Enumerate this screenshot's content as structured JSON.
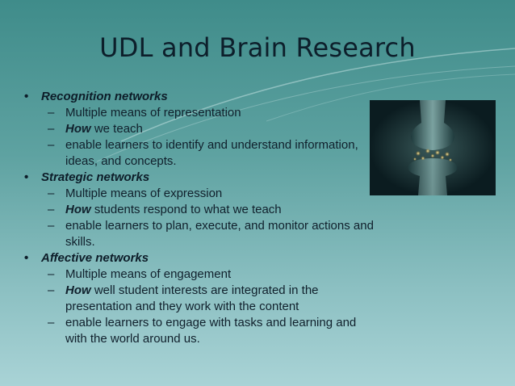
{
  "slide": {
    "title": "UDL and Brain Research",
    "sections": [
      {
        "heading": "Recognition networks",
        "items": [
          {
            "lead": "",
            "text": "Multiple means of representation"
          },
          {
            "lead": "How",
            "text": " we teach"
          },
          {
            "lead": "",
            "text": "enable learners to identify and understand information, ideas, and concepts."
          }
        ]
      },
      {
        "heading": "Strategic networks",
        "items": [
          {
            "lead": "",
            "text": "Multiple means of expression"
          },
          {
            "lead": "How",
            "text": " students respond to what we teach"
          },
          {
            "lead": "",
            "text": "enable learners to plan, execute, and monitor actions and skills."
          }
        ]
      },
      {
        "heading": "Affective networks",
        "items": [
          {
            "lead": "",
            "text": "Multiple means of engagement"
          },
          {
            "lead": "How",
            "text": " well student interests are integrated in the presentation and they work with the content"
          },
          {
            "lead": "",
            "text": "enable learners to engage with tasks and learning and with the world around us."
          }
        ]
      }
    ],
    "bullet_symbol": "•",
    "dash_symbol": "–",
    "image": "synapse-neuron-image",
    "colors": {
      "background_top": "#3f8c8a",
      "background_bottom": "#a9d3d6",
      "text": "#10202c"
    }
  }
}
